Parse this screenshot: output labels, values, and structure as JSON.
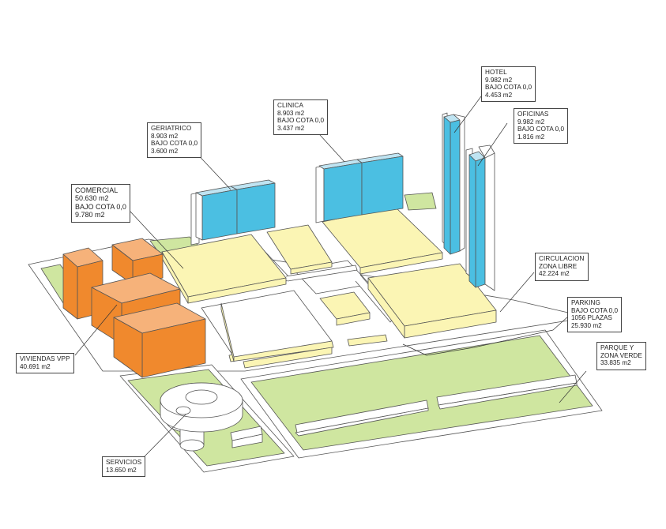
{
  "colors": {
    "green": "#cfe6a0",
    "yellow": "#fbf5b4",
    "blue": "#4bbfe2",
    "orange": "#f0892d",
    "orange_light": "#f6b27a",
    "outline": "#555555"
  },
  "labels": {
    "hotel": {
      "title": "HOTEL",
      "l1": "9.982 m2",
      "l2": "BAJO COTA 0,0",
      "l3": "4.453 m2"
    },
    "oficinas": {
      "title": "OFICINAS",
      "l1": "9.982 m2",
      "l2": "BAJO COTA 0,0",
      "l3": "1.816 m2"
    },
    "clinica": {
      "title": "CLINICA",
      "l1": "8.903 m2",
      "l2": "BAJO COTA 0,0",
      "l3": "3.437 m2"
    },
    "geriatrico": {
      "title": "GERIATRICO",
      "l1": "8.903 m2",
      "l2": "BAJO COTA 0,0",
      "l3": "3.600 m2"
    },
    "comercial": {
      "title": "COMERCIAL",
      "l1": "50.630 m2",
      "l2": "BAJO COTA 0,0",
      "l3": "9.780 m2"
    },
    "circulacion": {
      "title": "CIRCULACION",
      "l1": "ZONA LIBRE",
      "l2": "42.224 m2"
    },
    "parking": {
      "title": "PARKING",
      "l1": "BAJO COTA 0,0",
      "l2": "1056 PLAZAS",
      "l3": "25.930 m2"
    },
    "parque": {
      "title": "PARQUE Y",
      "l1": "ZONA VERDE",
      "l2": "33.835 m2"
    },
    "viviendas": {
      "title": "VIVIENDAS VPP",
      "l1": "40.691 m2"
    },
    "servicios": {
      "title": "SERVICIOS",
      "l1": "13.650 m2"
    }
  }
}
